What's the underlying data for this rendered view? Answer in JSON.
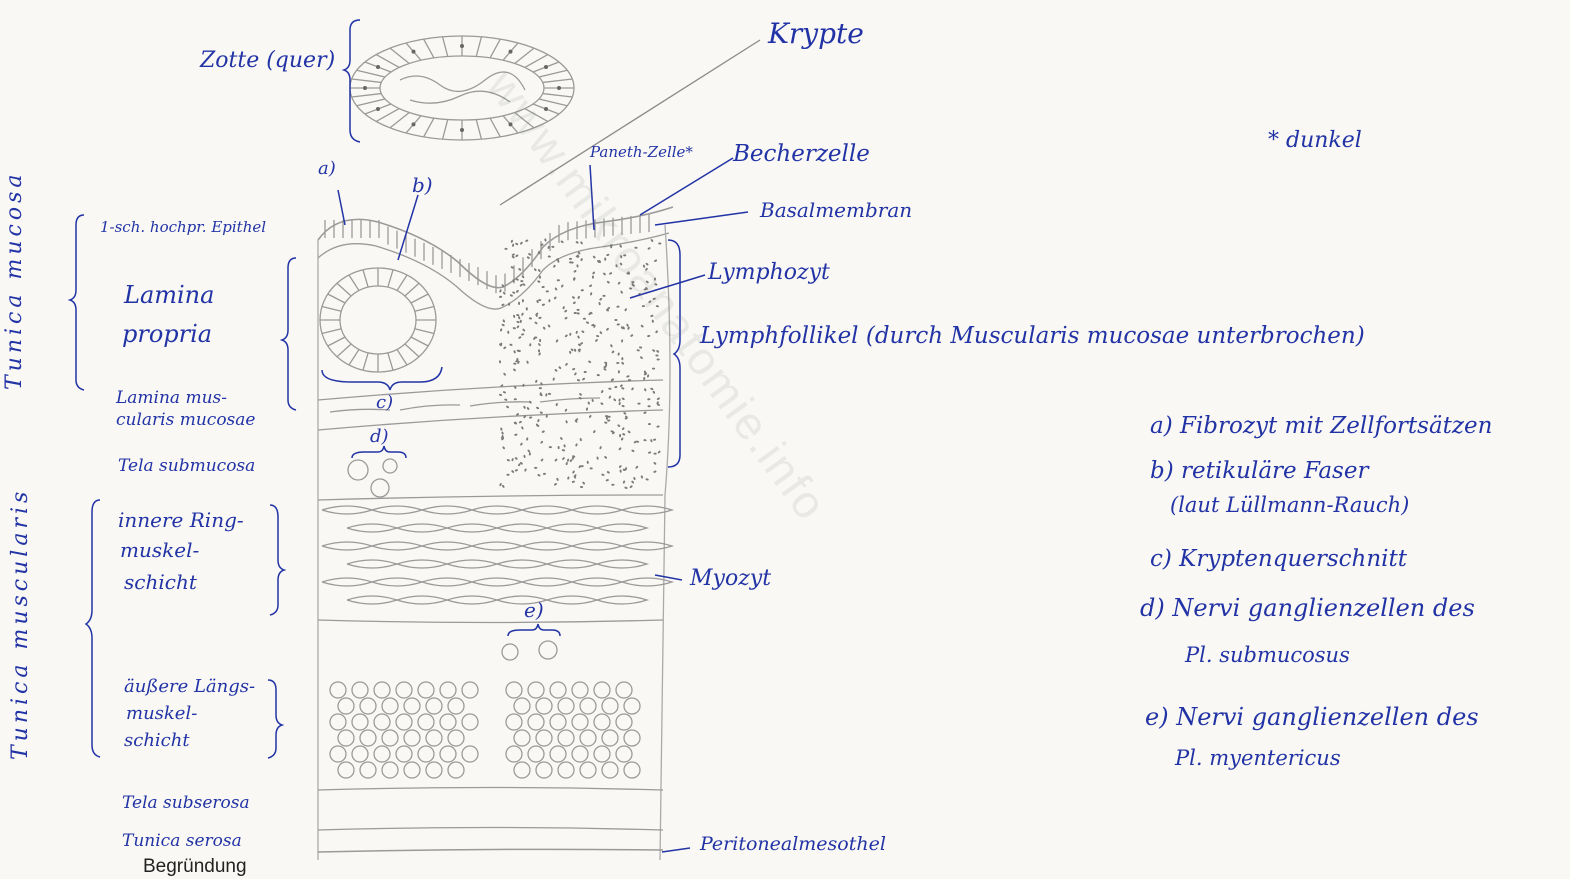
{
  "labels": {
    "zotte": "Zotte (quer)",
    "krypte": "Krypte",
    "paneth": "Paneth-Zelle*",
    "becherzelle": "Becherzelle",
    "basalmembran": "Basalmembran",
    "dunkel": "* dunkel",
    "marker_a": "a)",
    "marker_b": "b)",
    "marker_c": "c)",
    "marker_d": "d)",
    "marker_e": "e)",
    "epithel": "1-sch. hochpr. Epithel",
    "tunica_mucosa": "Tunica mucosa",
    "lamina_propria_1": "Lamina",
    "lamina_propria_2": "propria",
    "lamina_musc_1": "Lamina mus-",
    "lamina_musc_2": "cularis mucosae",
    "tela_submucosa": "Tela submucosa",
    "tunica_muscularis": "Tunica muscularis",
    "innere_1": "innere Ring-",
    "innere_2": "muskel-",
    "innere_3": "schicht",
    "aeussere_1": "äußere Längs-",
    "aeussere_2": "muskel-",
    "aeussere_3": "schicht",
    "tela_subserosa": "Tela subserosa",
    "tunica_serosa": "Tunica serosa",
    "lymphozyt": "Lymphozyt",
    "lymphfollikel": "Lymphfollikel (durch Muscularis mucosae unterbrochen)",
    "myozyt": "Myozyt",
    "peritoneal": "Peritonealmesothel"
  },
  "legend": {
    "a": "a) Fibrozyt mit Zellfortsätzen",
    "b1": "b) retikuläre Faser",
    "b2": "(laut Lüllmann-Rauch)",
    "c": "c) Kryptenquerschnitt",
    "d1": "d) Nervi ganglienzellen des",
    "d2": "Pl. submucosus",
    "e1": "e) Nervi ganglienzellen des",
    "e2": "Pl. myentericus"
  },
  "watermark": "www.mikroanatomie.info",
  "caption": "Begründung",
  "colors": {
    "ink_blue": "#2233a6",
    "pencil": "#8a8a8a",
    "paper": "#f9f8f4"
  }
}
